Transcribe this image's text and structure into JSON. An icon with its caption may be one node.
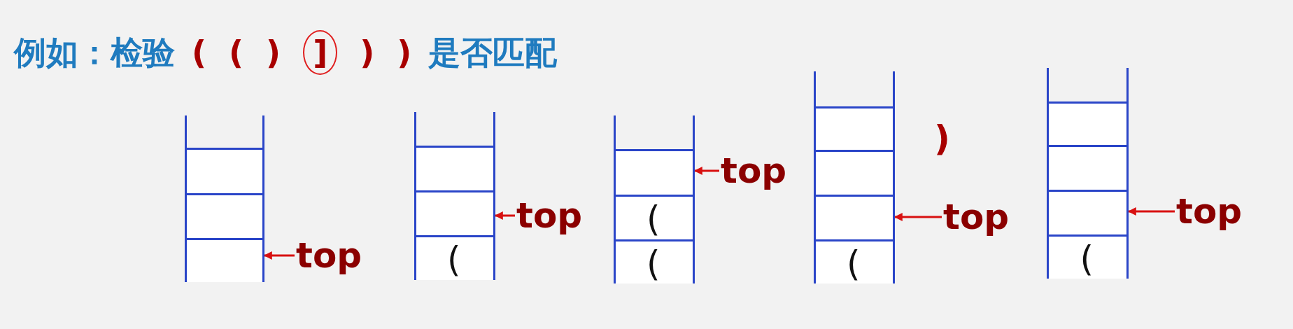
{
  "diagram": {
    "title": "例如：检验 ( ( ) ] ) ) 是否匹配",
    "nodes": [
      {
        "text": [],
        "shape": "box"
      },
      {
        "text": [],
        "shape": "box",
        "in": 0
      },
      {
        "text": [],
        "shape": "box",
        "in": 0
      },
      {
        "text": [],
        "shape": "box",
        "in": 0
      },
      {
        "text": [
          "top"
        ]
      },
      {
        "text": [],
        "shape": "box"
      },
      {
        "text": [],
        "shape": "box",
        "in": 5
      },
      {
        "text": [],
        "shape": "box",
        "in": 5
      },
      {
        "text": [
          "("
        ],
        "in": 5
      },
      {
        "text": [
          "top"
        ]
      },
      {
        "text": [],
        "shape": "box"
      },
      {
        "text": [],
        "shape": "box",
        "in": 10
      },
      {
        "text": [
          "("
        ],
        "in": 10
      },
      {
        "text": [
          "("
        ],
        "in": 10
      },
      {
        "text": [
          "top"
        ]
      },
      {
        "text": [],
        "shape": "box"
      },
      {
        "text": [],
        "shape": "box",
        "in": 15
      },
      {
        "text": [],
        "shape": "box",
        "in": 15
      },
      {
        "text": [],
        "shape": "box",
        "in": 15
      },
      {
        "text": [
          "("
        ],
        "in": 15
      },
      {
        "text": [
          "top"
        ]
      },
      {
        "text": [],
        "shape": "box"
      },
      {
        "text": [],
        "shape": "box",
        "in": 21
      },
      {
        "text": [],
        "shape": "box",
        "in": 21
      },
      {
        "text": [],
        "shape": "box",
        "in": 21
      },
      {
        "text": [
          "("
        ],
        "in": 21
      },
      {
        "text": [
          "top"
        ]
      }
    ],
    "edges": [
      {
        "from": 4,
        "to": 3,
        "arrow": "to"
      },
      {
        "from": 9,
        "to": 7,
        "arrow": "to"
      },
      {
        "from": 14,
        "to": 11,
        "arrow": "to"
      },
      {
        "from": 20,
        "to": 18,
        "arrow": "to"
      },
      {
        "from": 26,
        "to": 24,
        "arrow": "to"
      }
    ],
    "labels": [
      ")"
    ]
  }
}
